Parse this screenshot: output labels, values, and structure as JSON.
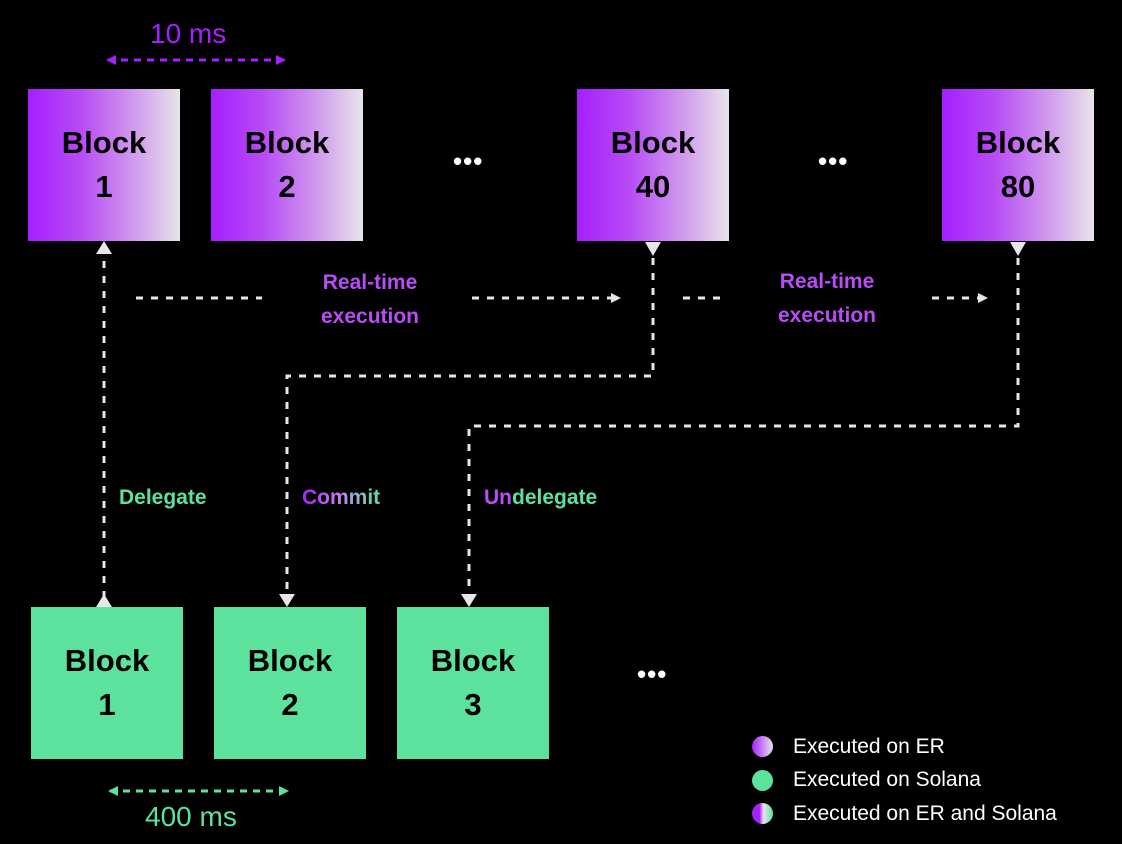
{
  "er_blocks": [
    {
      "label": "Block",
      "number": "1"
    },
    {
      "label": "Block",
      "number": "2"
    },
    {
      "label": "Block",
      "number": "40"
    },
    {
      "label": "Block",
      "number": "80"
    }
  ],
  "solana_blocks": [
    {
      "label": "Block",
      "number": "1"
    },
    {
      "label": "Block",
      "number": "2"
    },
    {
      "label": "Block",
      "number": "3"
    }
  ],
  "ellipsis": "•••",
  "er_interval": "10 ms",
  "solana_interval": "400 ms",
  "realtime_label": {
    "line1": "Real-time",
    "line2": "execution"
  },
  "delegate_label": "Delegate",
  "commit_label": "Commit",
  "undelegate_label": {
    "prefix": "Un",
    "suffix": "delegate"
  },
  "legend": [
    {
      "text": "Executed on ER",
      "style": "er"
    },
    {
      "text": "Executed on Solana",
      "style": "solana"
    },
    {
      "text": "Executed on ER and Solana",
      "style": "both"
    }
  ],
  "colors": {
    "er": "#a51fff",
    "solana": "#5ce29c",
    "connector": "#e6e6e6",
    "background": "#000000"
  }
}
